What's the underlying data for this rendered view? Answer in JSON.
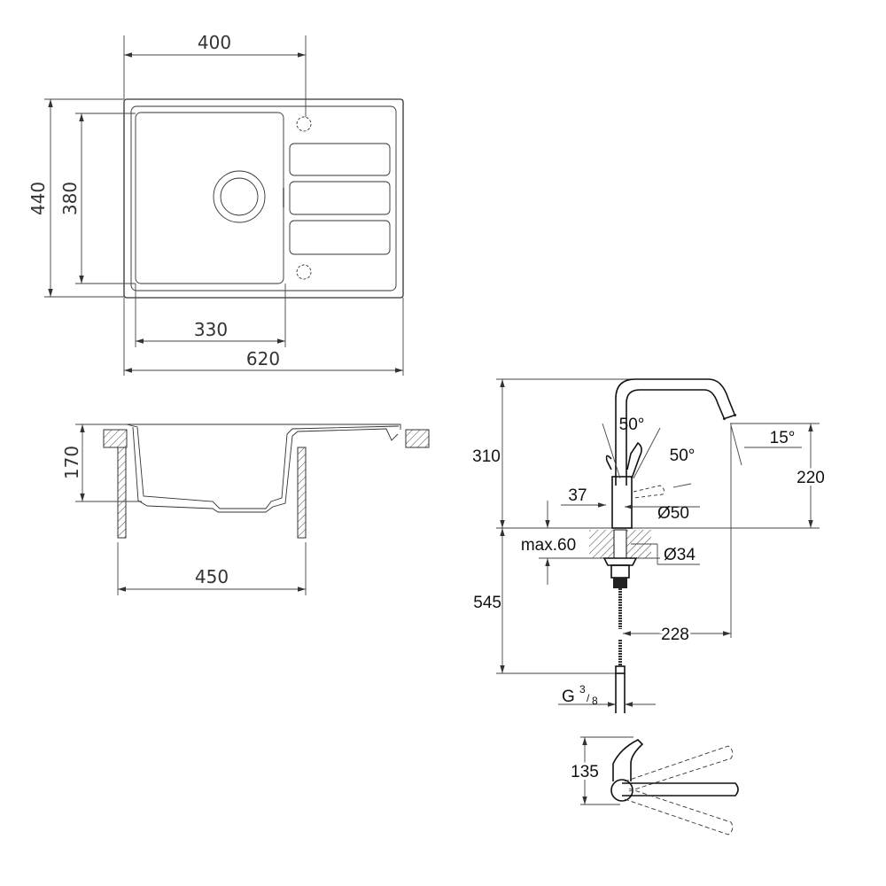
{
  "sink_top_view": {
    "width_400": "400",
    "height_440": "440",
    "height_380": "380",
    "bowl_330": "330",
    "total_620": "620"
  },
  "sink_side_view": {
    "depth_170": "170",
    "cutout_450": "450"
  },
  "faucet_side_view": {
    "height_310": "310",
    "angle_50_a": "50°",
    "angle_50_b": "50°",
    "angle_15": "15°",
    "spout_220": "220",
    "lever_37": "37",
    "dia_50": "Ø50",
    "max_60": "max.60",
    "dia_34": "Ø34",
    "below_545": "545",
    "reach_228": "228",
    "thread_g": "G",
    "thread_num": "3",
    "thread_den": "8"
  },
  "faucet_top_view": {
    "height_135": "135"
  },
  "colors": {
    "line": "#333333",
    "faucet_line": "#111111"
  }
}
